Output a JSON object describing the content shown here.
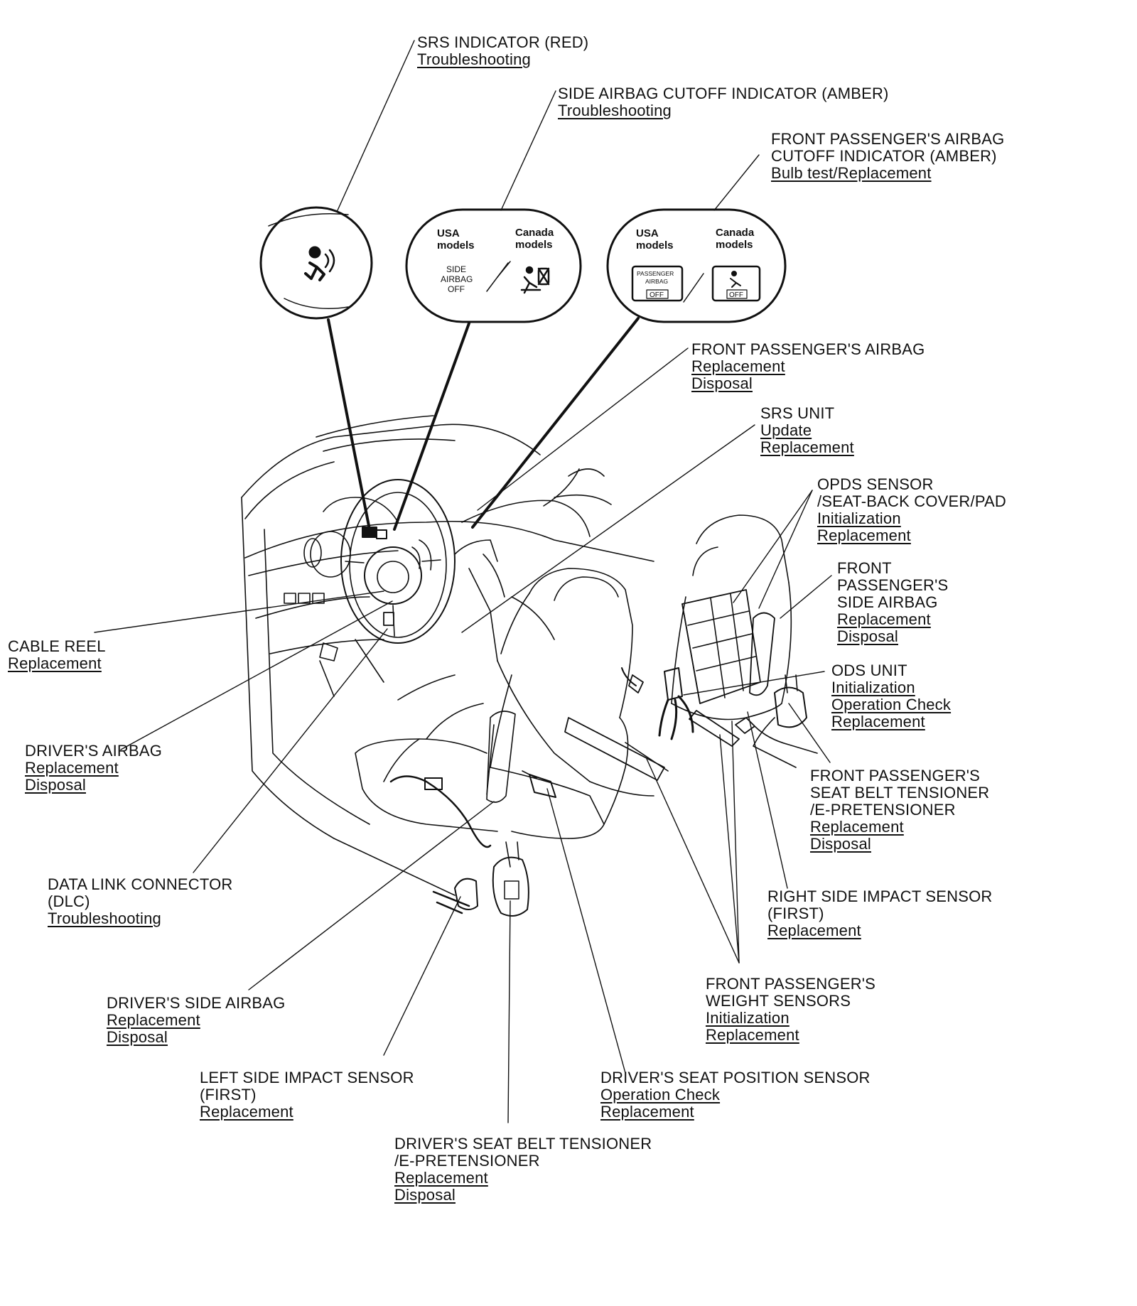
{
  "callouts": {
    "srs_indicator": {
      "title": [
        "SRS INDICATOR (RED)"
      ],
      "links": [
        "Troubleshooting"
      ]
    },
    "side_airbag_cutoff": {
      "title": [
        "SIDE AIRBAG CUTOFF INDICATOR (AMBER)"
      ],
      "links": [
        "Troubleshooting"
      ]
    },
    "front_pass_cutoff": {
      "title": [
        "FRONT PASSENGER'S AIRBAG",
        "CUTOFF INDICATOR (AMBER)"
      ],
      "links": [
        "Bulb test/Replacement"
      ]
    },
    "front_pass_airbag": {
      "title": [
        "FRONT PASSENGER'S AIRBAG"
      ],
      "links": [
        "Replacement",
        "Disposal"
      ]
    },
    "srs_unit": {
      "title": [
        "SRS UNIT"
      ],
      "links": [
        "Update",
        "Replacement"
      ]
    },
    "opds_sensor": {
      "title": [
        "OPDS SENSOR",
        "/SEAT-BACK COVER/PAD"
      ],
      "links": [
        "Initialization",
        "Replacement"
      ]
    },
    "front_pass_side_airbag": {
      "title": [
        "FRONT",
        "PASSENGER'S",
        "SIDE AIRBAG"
      ],
      "links": [
        "Replacement",
        "Disposal"
      ]
    },
    "ods_unit": {
      "title": [
        "ODS UNIT"
      ],
      "links": [
        "Initialization",
        "Operation Check",
        "Replacement"
      ]
    },
    "cable_reel": {
      "title": [
        "CABLE REEL"
      ],
      "links": [
        "Replacement"
      ]
    },
    "drivers_airbag": {
      "title": [
        "DRIVER'S AIRBAG"
      ],
      "links": [
        "Replacement",
        "Disposal"
      ]
    },
    "front_pass_belt_tensioner": {
      "title": [
        "FRONT PASSENGER'S",
        "SEAT BELT TENSIONER",
        "/E-PRETENSIONER"
      ],
      "links": [
        "Replacement",
        "Disposal"
      ]
    },
    "dlc": {
      "title": [
        "DATA LINK CONNECTOR",
        "(DLC)"
      ],
      "links": [
        "Troubleshooting"
      ]
    },
    "right_side_impact": {
      "title": [
        "RIGHT SIDE IMPACT SENSOR",
        "(FIRST)"
      ],
      "links": [
        "Replacement"
      ]
    },
    "drivers_side_airbag": {
      "title": [
        "DRIVER'S SIDE AIRBAG"
      ],
      "links": [
        "Replacement",
        "Disposal"
      ]
    },
    "front_pass_weight": {
      "title": [
        "FRONT PASSENGER'S",
        "WEIGHT SENSORS"
      ],
      "links": [
        "Initialization",
        "Replacement"
      ]
    },
    "left_side_impact": {
      "title": [
        "LEFT SIDE IMPACT SENSOR",
        "(FIRST)"
      ],
      "links": [
        "Replacement"
      ]
    },
    "drivers_seat_position": {
      "title": [
        "DRIVER'S SEAT POSITION SENSOR"
      ],
      "links": [
        "Operation Check",
        "Replacement"
      ]
    },
    "drivers_belt_tensioner": {
      "title": [
        "DRIVER'S SEAT BELT TENSIONER",
        "/E-PRETENSIONER"
      ],
      "links": [
        "Replacement",
        "Disposal"
      ]
    }
  },
  "indicator_panels": {
    "side_airbag": {
      "usa_label": [
        "USA",
        "models"
      ],
      "canada_label": [
        "Canada",
        "models"
      ],
      "usa_text": [
        "SIDE",
        "AIRBAG",
        "OFF"
      ]
    },
    "passenger_airbag": {
      "usa_label": [
        "USA",
        "models"
      ],
      "canada_label": [
        "Canada",
        "models"
      ],
      "usa_text": [
        "PASSENGER",
        "AIRBAG"
      ],
      "off_text": "OFF"
    }
  }
}
